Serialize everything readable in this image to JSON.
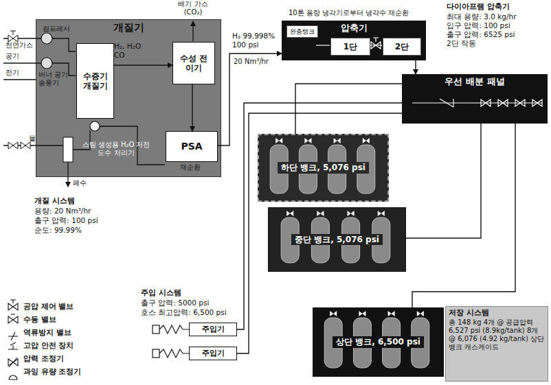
{
  "diagram": {
    "nodes": [
      {
        "text": [
          "개질기"
        ]
      },
      {
        "text": [
          "수증기 개질기"
        ],
        "in": 0
      },
      {
        "text": [
          "수성 전이기"
        ],
        "in": 0
      },
      {
        "text": [
          "PSA"
        ],
        "in": 0
      },
      {
        "text": [
          "스팀 생성용 H₂O 저전도수 처리기"
        ],
        "in": 0
      },
      {
        "text": [
          "압축기"
        ]
      },
      {
        "text": [
          "완충탱크"
        ],
        "in": 5
      },
      {
        "text": [
          "1단"
        ],
        "in": 5
      },
      {
        "text": [
          "2단"
        ],
        "in": 5
      },
      {
        "text": [
          "우선 배분 패널"
        ]
      },
      {
        "text": [
          "하단 뱅크, 5,076 psi"
        ]
      },
      {
        "text": [
          "중단 뱅크, 5,076 psi"
        ]
      },
      {
        "text": [
          "상단 뱅크, 6,500 psi"
        ]
      },
      {
        "text": [
          "주입기"
        ]
      },
      {
        "text": [
          "주입기"
        ]
      },
      {
        "text": [
          "저장 시스템",
          "총 148 kg 4개 @ 공급압력 6,527 psi (8.9kg/tank) 8개 @ 6,076 (4.92 kg/tank) 상단 뱅크 캐스케이드"
        ]
      }
    ],
    "edges": [
      {
        "from": 1,
        "to": 2,
        "arrow": "to",
        "label": "H₂, H₂O CO"
      },
      {
        "from": 2,
        "to": 3,
        "arrow": "to"
      },
      {
        "from": 3,
        "to": 5,
        "arrow": "to",
        "label": "H₂ 99.998% 100 psi"
      },
      {
        "from": 5,
        "to": 9,
        "arrow": "to"
      },
      {
        "from": 9,
        "to": 10,
        "arrow": "none"
      },
      {
        "from": 9,
        "to": 11,
        "arrow": "none"
      },
      {
        "from": 9,
        "to": 12,
        "arrow": "none"
      },
      {
        "from": 9,
        "to": 13,
        "arrow": "none"
      },
      {
        "from": 9,
        "to": 14,
        "arrow": "none"
      }
    ],
    "labels": [
      "컴프레서",
      "버너 공기 송풍기",
      "천연가스",
      "공기",
      "전기",
      "물",
      "폐수",
      "배기 가스 (CO₂)",
      "재순환",
      "20 Nm³/hr",
      "10톤 용량 냉각기로부터 냉각수 재순환",
      "다이아프램 압축기",
      "최대 용량: 3.0 kg/hr",
      "입구 압력: 100 psi",
      "출구 압력: 6525 psi",
      "2단 작동",
      "개질 시스템",
      "용량: 20 Nm³/hr",
      "출구 압력: 100 psi",
      "순도: 99.99%",
      "주입 시스템",
      "출구 압력: 5000 psi",
      "호스 최고압력: 6,500 psi"
    ],
    "legend": [
      {
        "text": "공압 제어 밸브"
      },
      {
        "text": "수동 밸브"
      },
      {
        "text": "역류방지 밸브"
      },
      {
        "text": "고압 안전 장치"
      },
      {
        "text": "압력 조정기"
      },
      {
        "text": "과잉 유량 조정기"
      }
    ]
  }
}
